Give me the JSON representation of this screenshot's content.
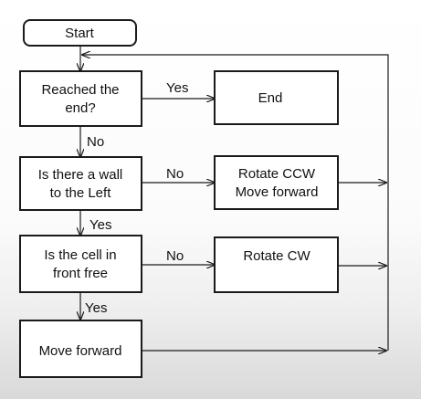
{
  "diagram": {
    "nodes": {
      "start": [
        "Start"
      ],
      "reached_end": [
        "Reached the",
        "end?"
      ],
      "end": [
        "End"
      ],
      "wall_left": [
        "Is there a wall",
        "to the Left"
      ],
      "rotate_ccw": [
        "Rotate CCW",
        "Move forward"
      ],
      "cell_free": [
        "Is the cell in",
        "front free"
      ],
      "rotate_cw": [
        "Rotate CW"
      ],
      "move_forward": [
        "Move forward"
      ]
    },
    "edges": {
      "reached_end_yes": "Yes",
      "reached_end_no": "No",
      "wall_left_no": "No",
      "wall_left_yes": "Yes",
      "cell_free_no": "No",
      "cell_free_yes": "Yes"
    }
  }
}
